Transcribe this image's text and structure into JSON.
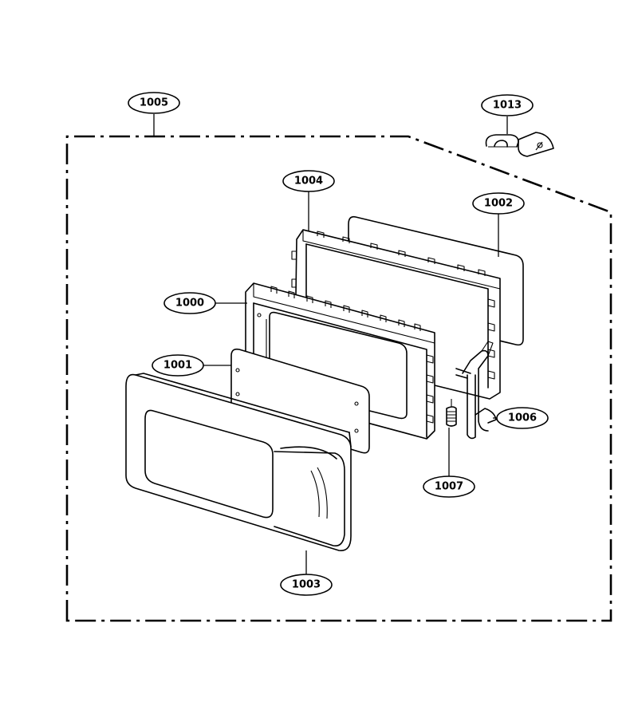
{
  "callouts": [
    {
      "id": "1005",
      "label": "1005"
    },
    {
      "id": "1013",
      "label": "1013"
    },
    {
      "id": "1004",
      "label": "1004"
    },
    {
      "id": "1002",
      "label": "1002"
    },
    {
      "id": "1000",
      "label": "1000"
    },
    {
      "id": "1001",
      "label": "1001"
    },
    {
      "id": "1006",
      "label": "1006"
    },
    {
      "id": "1007",
      "label": "1007"
    },
    {
      "id": "1003",
      "label": "1003"
    }
  ]
}
